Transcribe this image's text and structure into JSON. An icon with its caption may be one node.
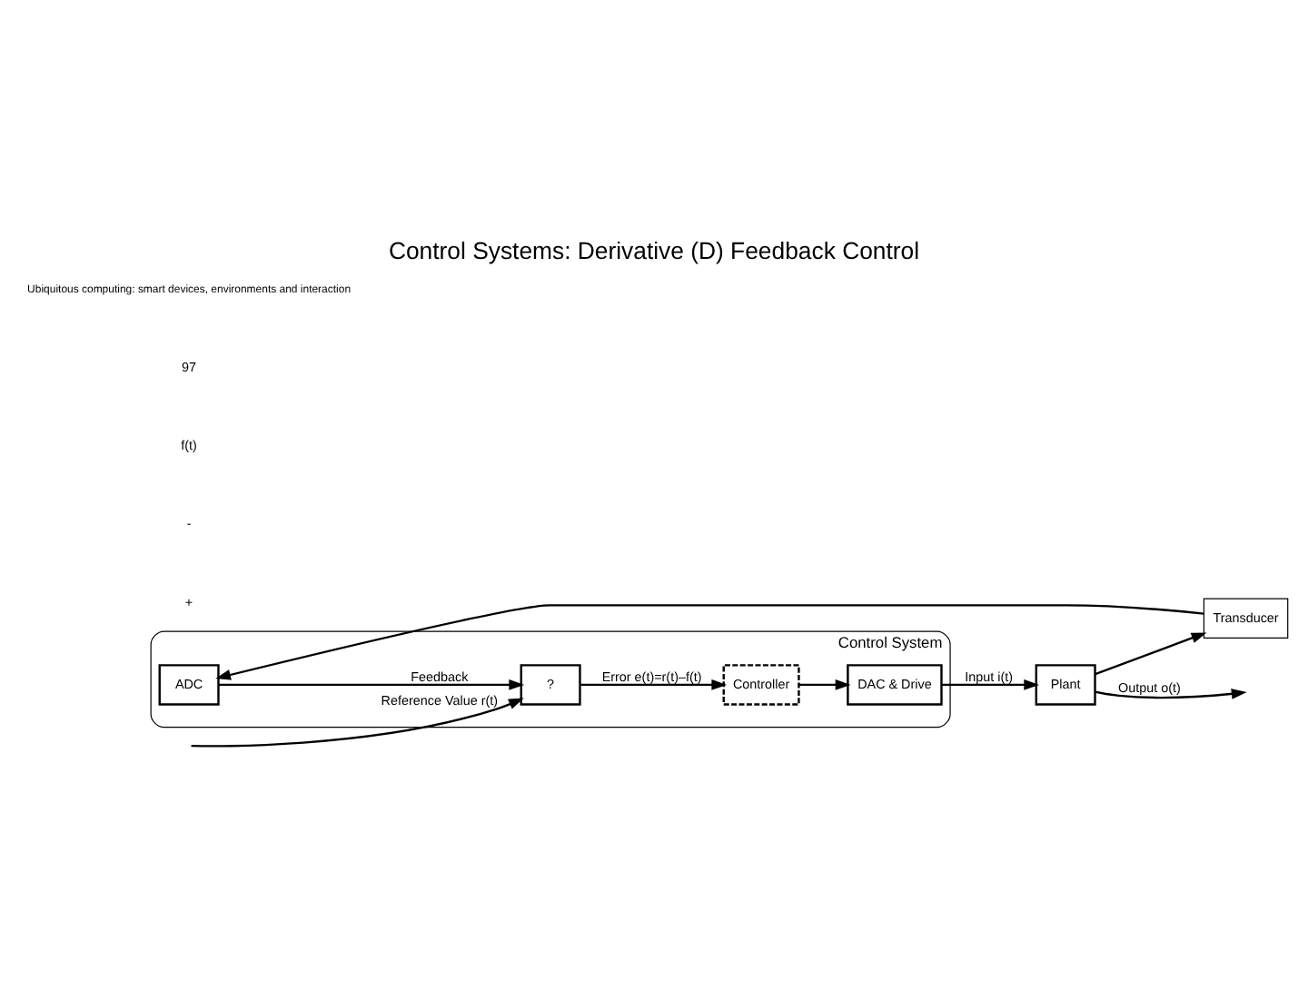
{
  "diagram": {
    "title": "Control Systems: Derivative (D) Feedback Control",
    "caption": "Ubiquitous computing: smart devices, environments and interaction",
    "nodes": [
      {
        "text": [
          "Control System"
        ]
      },
      {
        "text": [
          "?"
        ],
        "in": 0
      },
      {
        "text": [
          "Controller"
        ],
        "in": 0
      },
      {
        "text": [
          "DAC & Drive"
        ],
        "in": 0
      },
      {
        "text": [
          "ADC"
        ],
        "in": 0
      },
      {
        "text": [
          "Plant"
        ]
      },
      {
        "text": [
          "Transducer"
        ]
      }
    ],
    "edges": [
      {
        "from": null,
        "to": 1,
        "arrow": "to",
        "label": "Reference Value r(t)"
      },
      {
        "from": 1,
        "to": 2,
        "arrow": "to",
        "label": "Error e(t)=r(t)–f(t)"
      },
      {
        "from": 2,
        "to": 3,
        "arrow": "to"
      },
      {
        "from": 3,
        "to": 5,
        "arrow": "to",
        "label": "Input i(t)"
      },
      {
        "from": 5,
        "to": null,
        "arrow": "to",
        "label": "Output o(t)"
      },
      {
        "from": 5,
        "to": 6,
        "arrow": "to"
      },
      {
        "from": 6,
        "to": 4,
        "arrow": "to"
      },
      {
        "from": 4,
        "to": 1,
        "arrow": "to",
        "label": "Feedback"
      }
    ],
    "labels": [
      "+",
      "-",
      "f(t)",
      "97"
    ]
  }
}
